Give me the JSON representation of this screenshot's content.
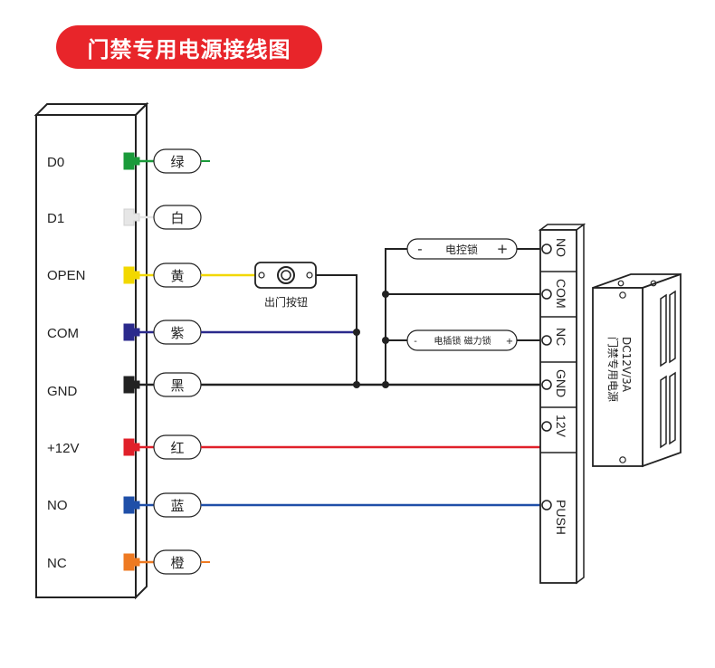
{
  "title": "门禁专用电源接线图",
  "controller_pins": [
    "D0",
    "D1",
    "OPEN",
    "COM",
    "GND",
    "+12V",
    "NO",
    "NC"
  ],
  "wire_tags": [
    "绿",
    "白",
    "黄",
    "紫",
    "黑",
    "红",
    "蓝",
    "橙"
  ],
  "wire_colors": [
    "#1a9a3a",
    "#e6e6e6",
    "#f2d800",
    "#2b2a8c",
    "#222222",
    "#e0202a",
    "#1f4fa8",
    "#ee7a22"
  ],
  "exit_button_label": "出门按钮",
  "psu_terminals": [
    "NO",
    "COM",
    "NC",
    "GND",
    "12V",
    "PUSH"
  ],
  "lock_no_label": "电控锁",
  "lock_nc_label": "电插锁 磁力锁",
  "minus": "-",
  "plus": "+",
  "psu_box_label": "门禁专用电源",
  "psu_box_spec": "DC12V/3A"
}
